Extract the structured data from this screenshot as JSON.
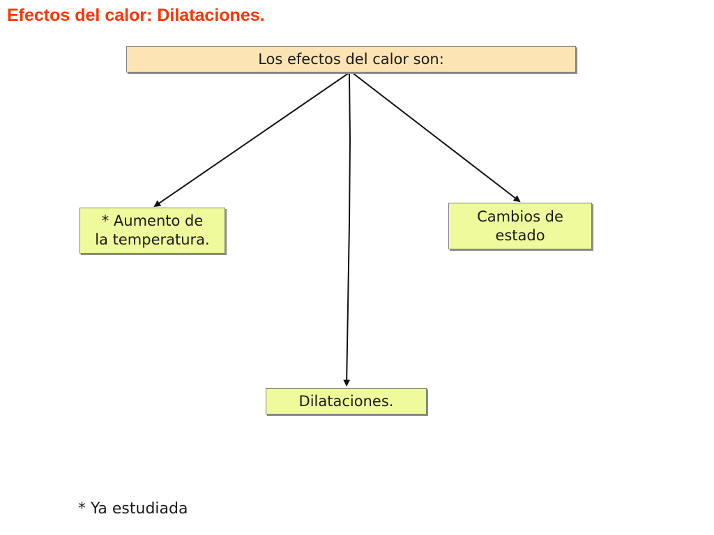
{
  "slide": {
    "title": "Efectos del calor: Dilataciones."
  },
  "diagram": {
    "root": {
      "label": "Los efectos del calor son:"
    },
    "children": [
      {
        "id": "temperature",
        "lines": [
          "* Aumento de",
          "la temperatura."
        ]
      },
      {
        "id": "dilations",
        "lines": [
          "Dilataciones."
        ]
      },
      {
        "id": "state-changes",
        "lines": [
          "Cambios de",
          "estado"
        ]
      }
    ]
  },
  "footnote": "* Ya estudiada",
  "colors": {
    "title": "#ff3300",
    "root_fill": "#fde4b4",
    "child_fill": "#eefa9c",
    "border": "#7f7f7f",
    "arrow": "#111111"
  }
}
